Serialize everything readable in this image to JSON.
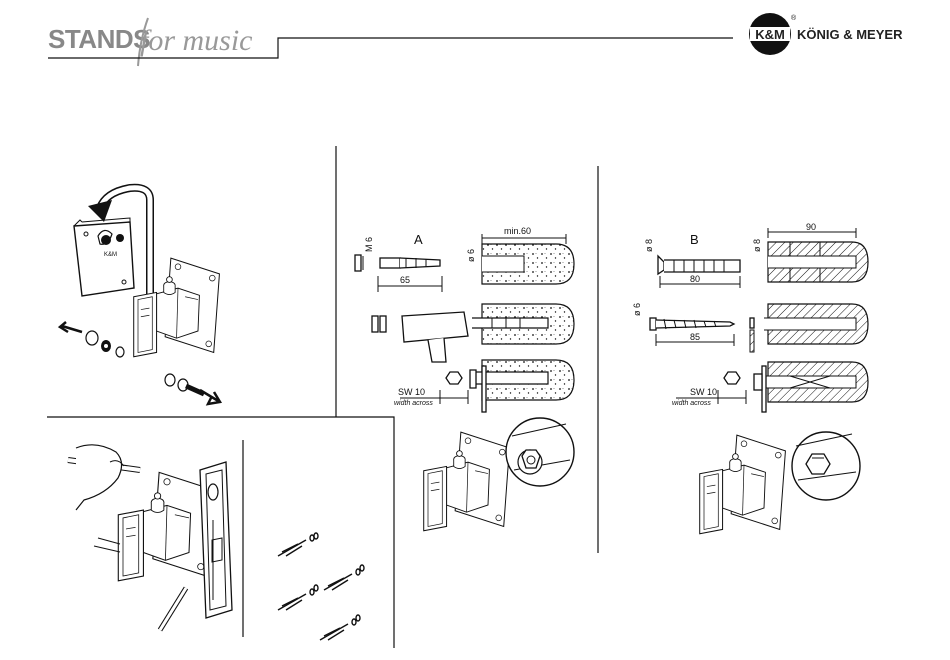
{
  "header": {
    "brand_stands": "STANDS",
    "brand_script": "for music",
    "logo_monogram": "K&M",
    "logo_trademark": "®",
    "logo_company": "KÖNIG & MEYER"
  },
  "panel_a": {
    "label": "A",
    "dowel_thread": "M 6",
    "dowel_length": "65",
    "hole_diameter": "ø 6",
    "min_depth": "min.60",
    "wrench_size": "SW 10",
    "wrench_note": "width across"
  },
  "panel_b": {
    "label": "B",
    "plug_diameter": "ø 8",
    "plug_length": "80",
    "hole_diameter": "ø 8",
    "hole_depth": "90",
    "screw_diameter": "ø 6",
    "screw_length": "85",
    "wrench_size": "SW 10",
    "wrench_note": "width across"
  },
  "icons": {
    "removal": "bracket-removal-illustration",
    "marking": "hole-marking-illustration",
    "drill_bits": "drill-bit-icons",
    "mount_a": "mounted-bracket-a-illustration",
    "mount_b": "mounted-bracket-b-illustration",
    "zoom_nut": "zoom-nut-detail-icon",
    "zoom_bolt": "zoom-bolt-head-detail-icon"
  }
}
